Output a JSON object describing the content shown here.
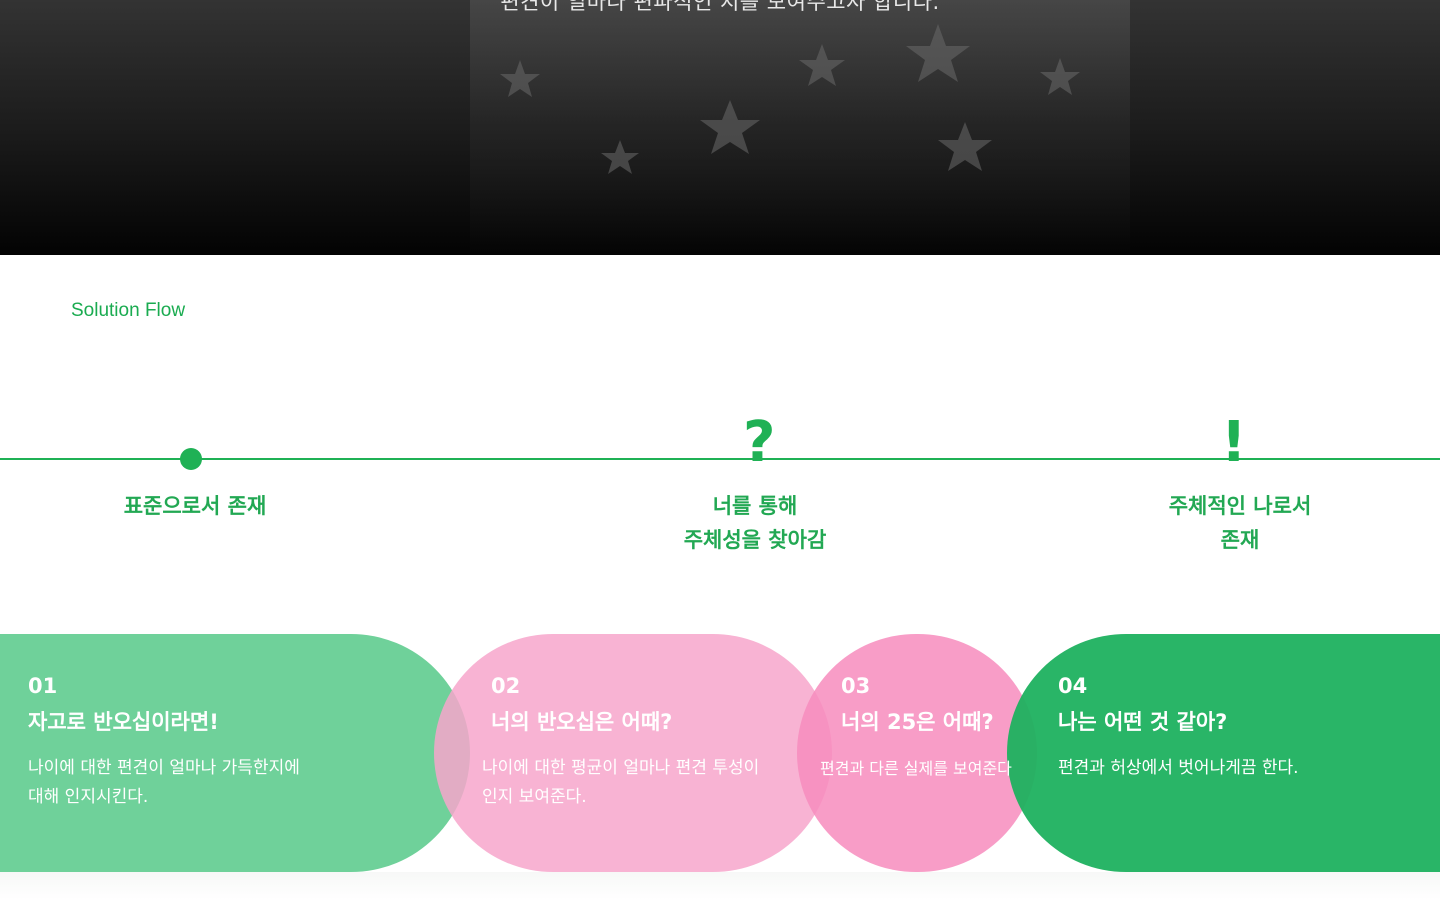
{
  "hero": {
    "caption": "편견이 얼마나 편파적인 지를 보여주고자 합니다."
  },
  "section": {
    "label": "Solution Flow"
  },
  "flow": {
    "steps": [
      {
        "mark": "",
        "title": "표준으로서 존재"
      },
      {
        "mark": "?",
        "title": "너를 통해\n주체성을 찾아감"
      },
      {
        "mark": "!",
        "title": "주체적인 나로서\n존재"
      }
    ]
  },
  "cards": [
    {
      "number": "01",
      "title": "자고로 반오십이라면!",
      "desc": "나이에 대한 편견이 얼마나 가득한지에\n대해 인지시킨다.",
      "color": "#5fcc8f"
    },
    {
      "number": "02",
      "title": "너의 반오십은 어때?",
      "desc": "나이에 대한 평균이 얼마나 편견 투성이\n인지 보여준다.",
      "color": "#f7a6cb"
    },
    {
      "number": "03",
      "title": "너의 25은 어때?",
      "desc": "편견과 다른 실제를 보여준다",
      "color": "#f78cbd"
    },
    {
      "number": "04",
      "title": "나는 어떤 것 같아?",
      "desc": "편견과 허상에서 벗어나게끔 한다.",
      "color": "#1eb15f"
    }
  ],
  "colors": {
    "accent": "#1fb155",
    "heroTop": "#333333",
    "heroBottom": "#030303"
  }
}
